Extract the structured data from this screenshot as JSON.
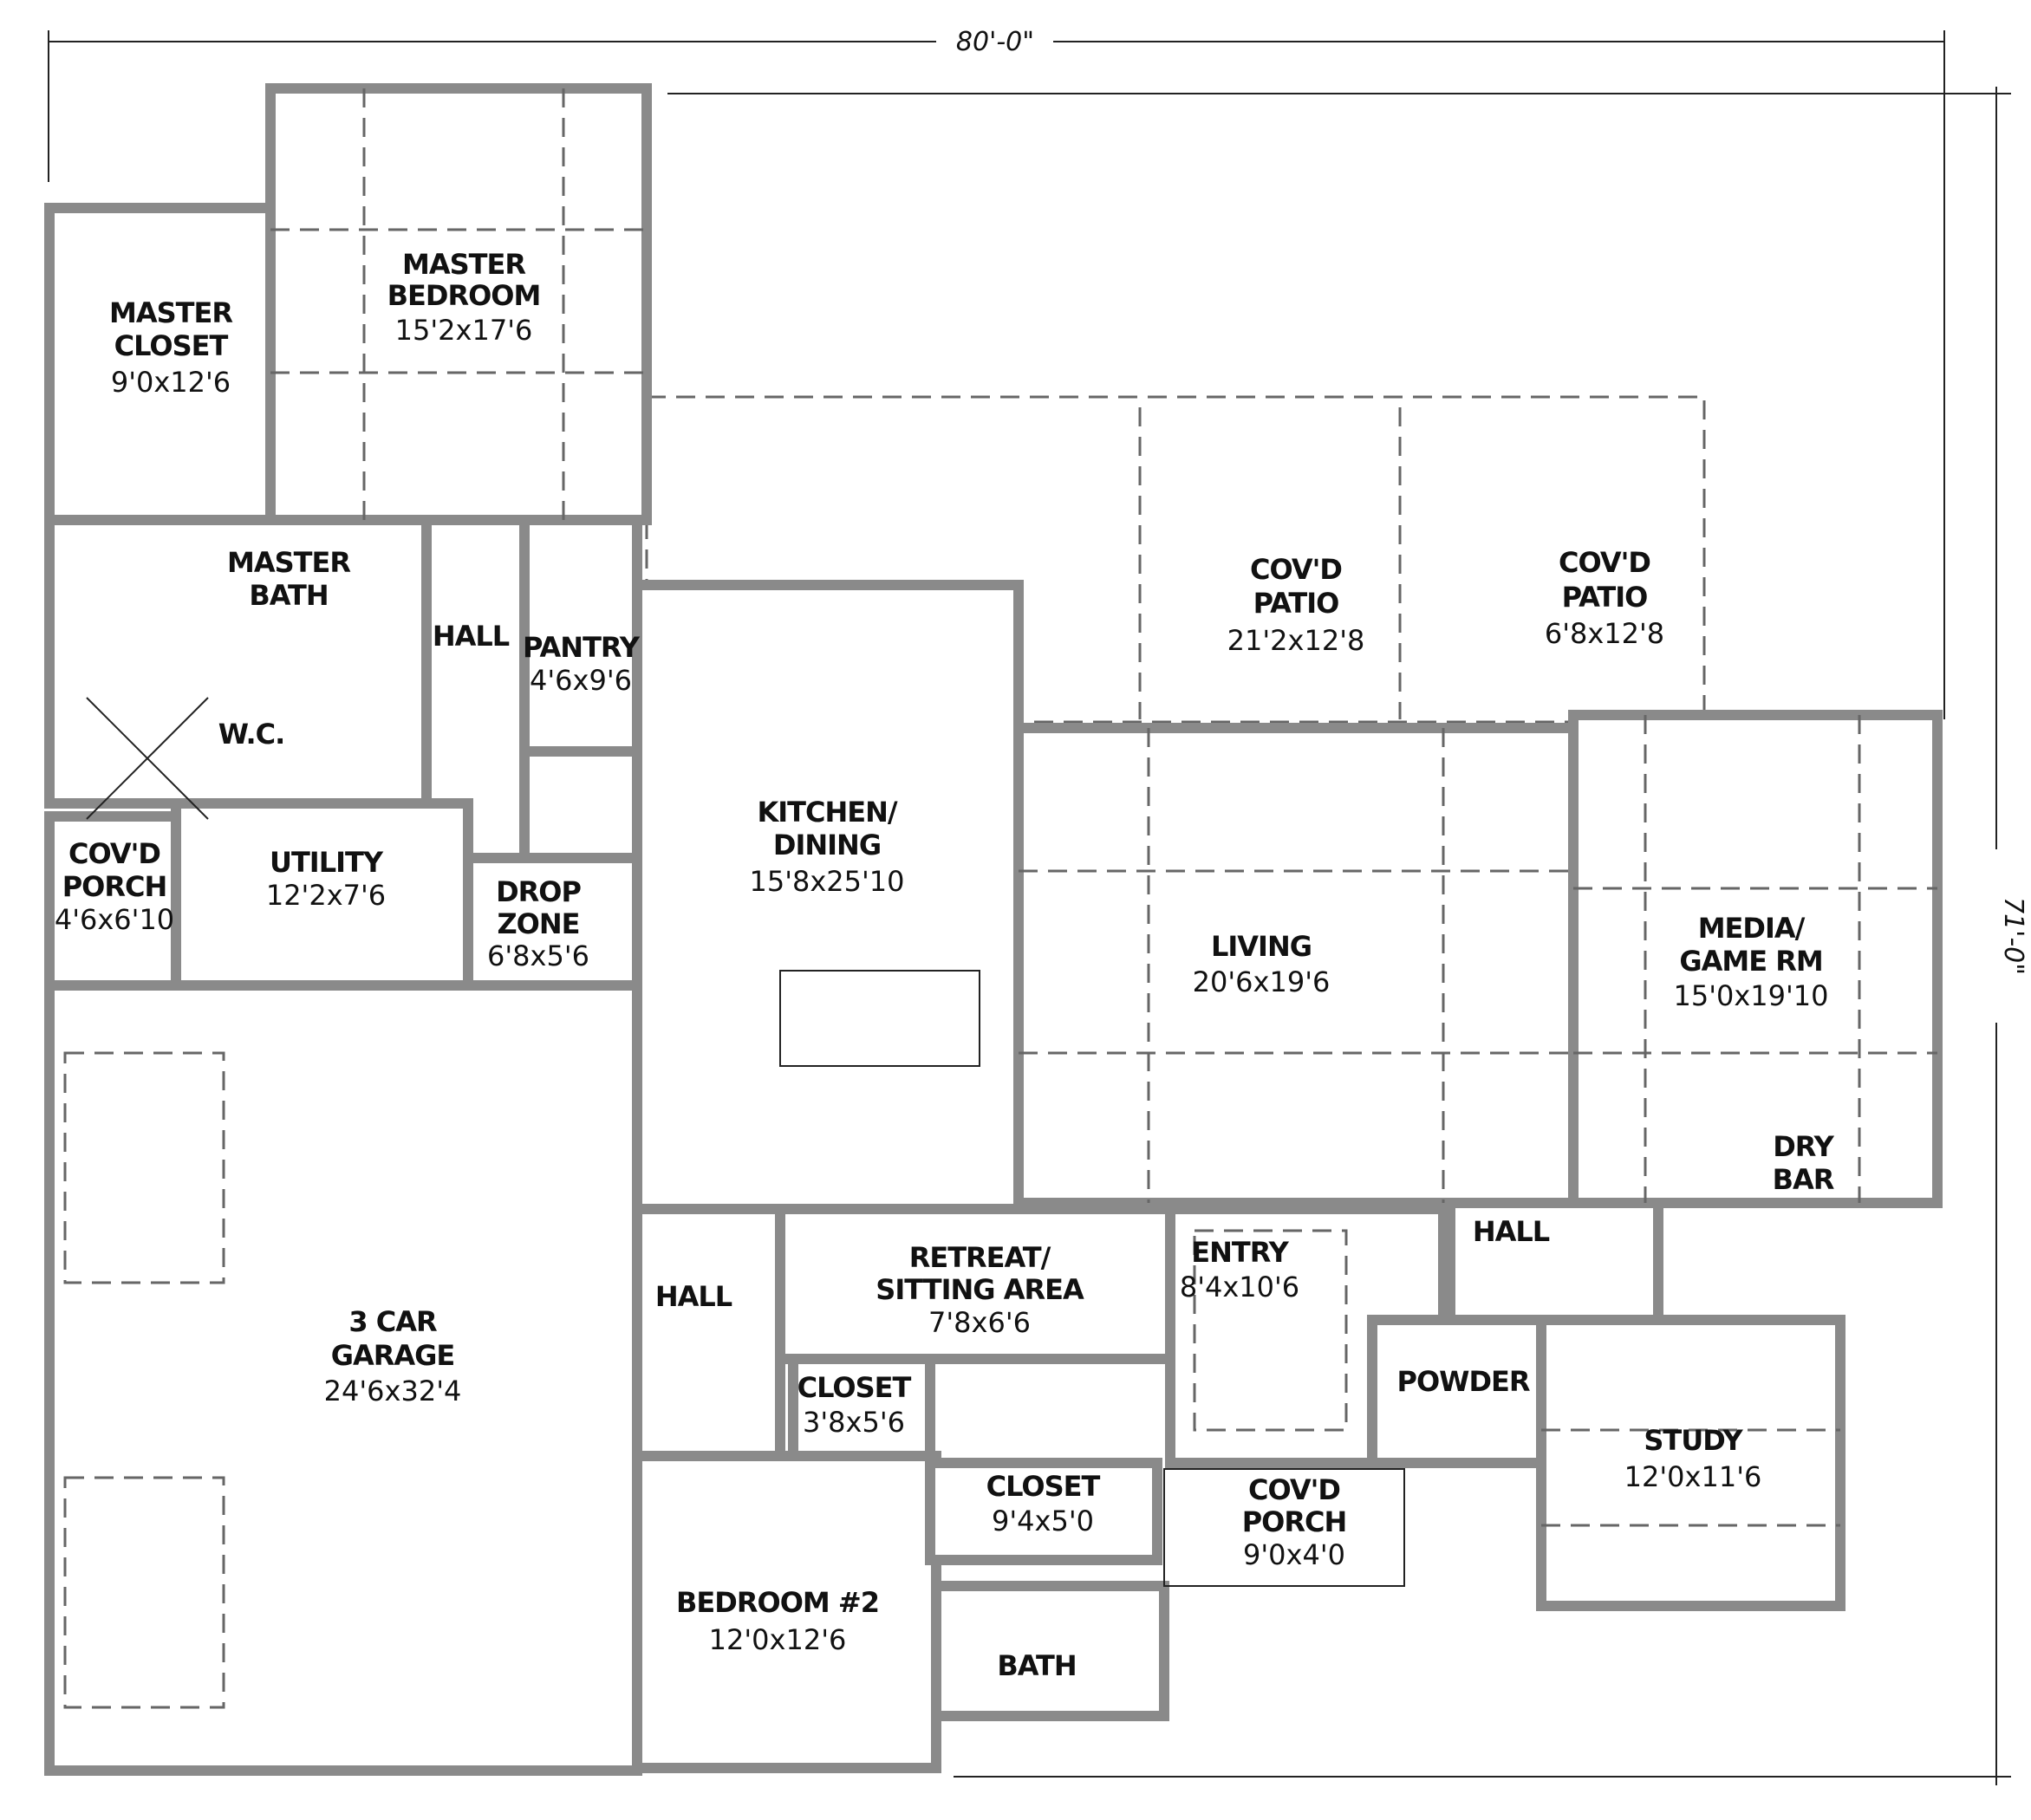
{
  "overall": {
    "width": "80'-0\"",
    "depth": "71'-0\""
  },
  "rooms": {
    "master_bedroom": {
      "l1": "MASTER",
      "l2": "BEDROOM",
      "dim": "15'2x17'6"
    },
    "master_closet": {
      "l1": "MASTER",
      "l2": "CLOSET",
      "dim": "9'0x12'6"
    },
    "master_bath": {
      "l1": "MASTER",
      "l2": "BATH"
    },
    "wc": {
      "l1": "W.C."
    },
    "hall_master": {
      "l1": "HALL"
    },
    "pantry": {
      "l1": "PANTRY",
      "dim": "4'6x9'6"
    },
    "porch_side": {
      "l1": "COV'D",
      "l2": "PORCH",
      "dim": "4'6x6'10"
    },
    "utility": {
      "l1": "UTILITY",
      "dim": "12'2x7'6"
    },
    "drop_zone": {
      "l1": "DROP",
      "l2": "ZONE",
      "dim": "6'8x5'6"
    },
    "kitchen": {
      "l1": "KITCHEN/",
      "l2": "DINING",
      "dim": "15'8x25'10"
    },
    "patio_main": {
      "l1": "COV'D",
      "l2": "PATIO",
      "dim": "21'2x12'8"
    },
    "patio_side": {
      "l1": "COV'D",
      "l2": "PATIO",
      "dim": "6'8x12'8"
    },
    "living": {
      "l1": "LIVING",
      "dim": "20'6x19'6"
    },
    "media": {
      "l1": "MEDIA/",
      "l2": "GAME RM",
      "dim": "15'0x19'10"
    },
    "dry_bar": {
      "l1": "DRY",
      "l2": "BAR"
    },
    "hall_right": {
      "l1": "HALL"
    },
    "retreat": {
      "l1": "RETREAT/",
      "l2": "SITTING AREA",
      "dim": "7'8x6'6"
    },
    "entry": {
      "l1": "ENTRY",
      "dim": "8'4x10'6"
    },
    "hall_left": {
      "l1": "HALL"
    },
    "garage": {
      "l1": "3 CAR",
      "l2": "GARAGE",
      "dim": "24'6x32'4"
    },
    "closet_small": {
      "l1": "CLOSET",
      "dim": "3'8x5'6"
    },
    "powder": {
      "l1": "POWDER"
    },
    "study": {
      "l1": "STUDY",
      "dim": "12'0x11'6"
    },
    "closet_bed": {
      "l1": "CLOSET",
      "dim": "9'4x5'0"
    },
    "porch_front": {
      "l1": "COV'D",
      "l2": "PORCH",
      "dim": "9'0x4'0"
    },
    "bedroom2": {
      "l1": "BEDROOM #2",
      "dim": "12'0x12'6"
    },
    "bath": {
      "l1": "BATH"
    }
  }
}
